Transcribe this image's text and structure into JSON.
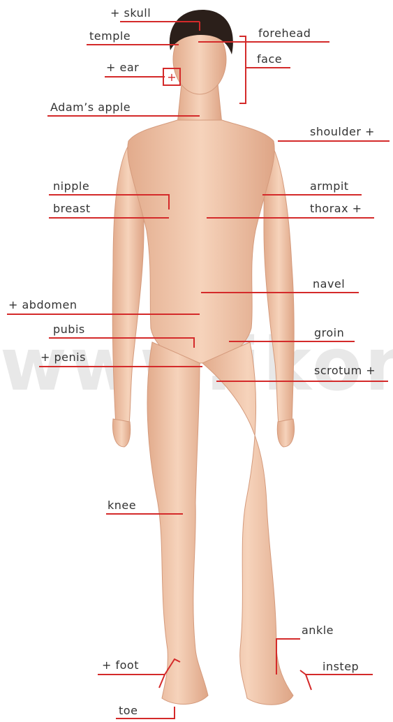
{
  "watermark": "www.ikonet.c",
  "colors": {
    "leader_line": "#d42a2a",
    "label_text": "#333333",
    "skin": "#f2c9ad",
    "skin_shadow": "#d9a486",
    "hair": "#2b1f1a"
  },
  "labels": {
    "skull": "+ skull",
    "temple": "temple",
    "forehead": "forehead",
    "face": "face",
    "ear": "+ ear",
    "adams_apple": "Adam’s apple",
    "shoulder": "shoulder +",
    "nipple": "nipple",
    "armpit": "armpit",
    "breast": "breast",
    "thorax": "thorax +",
    "navel": "navel",
    "abdomen": "+ abdomen",
    "pubis": "pubis",
    "groin": "groin",
    "penis": "+ penis",
    "scrotum": "scrotum +",
    "knee": "knee",
    "ankle": "ankle",
    "foot": "+ foot",
    "instep": "instep",
    "toe": "toe"
  },
  "icons": {
    "ear_marker": "plus-icon"
  }
}
